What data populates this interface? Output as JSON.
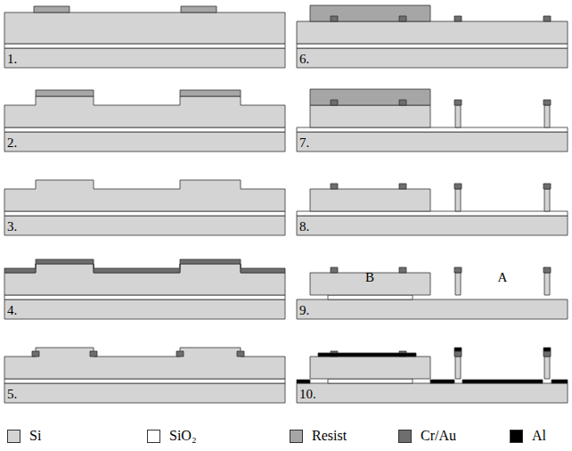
{
  "diagram": {
    "labels": [
      "1.",
      "2.",
      "3.",
      "4.",
      "5.",
      "6.",
      "7.",
      "8.",
      "9.",
      "10.",
      "B",
      "A"
    ],
    "legend": [
      {
        "text": "Si",
        "color": "#d4d4d4"
      },
      {
        "text": "SiO₂",
        "color": "#ffffff"
      },
      {
        "text": "Resist",
        "color": "#a6a6a6"
      },
      {
        "text": "Cr/Au",
        "color": "#6e6e6e"
      },
      {
        "text": "Al",
        "color": "#000000"
      }
    ]
  }
}
